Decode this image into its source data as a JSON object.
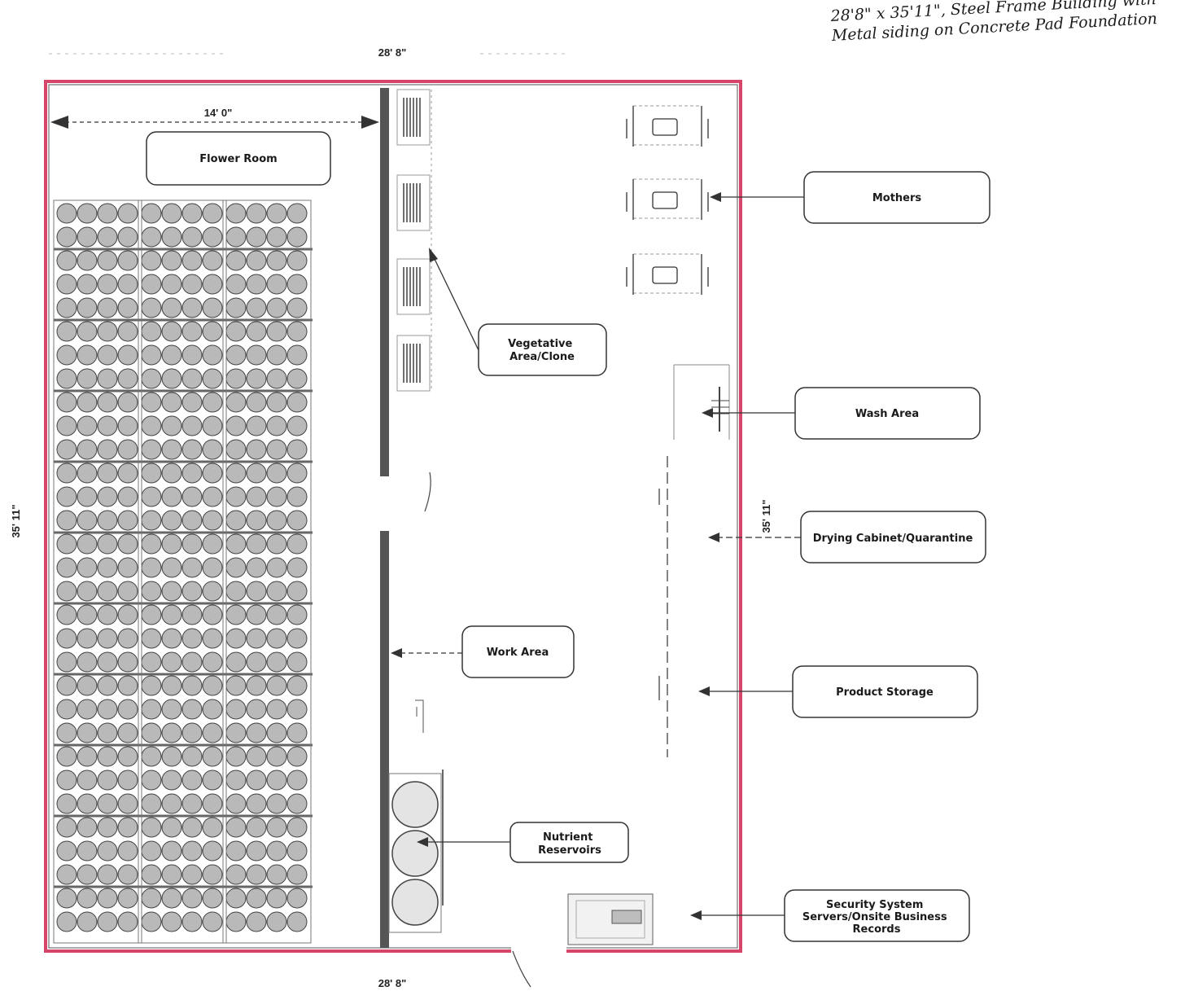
{
  "handwritten_note": "28'8\" x 35'11\", Steel Frame Building with Metal siding on Concrete Pad Foundation",
  "dimensions": {
    "top_width": "28' 8\"",
    "bottom_width": "28' 8\"",
    "left_height": "35' 11\"",
    "interior_height": "35' 11\"",
    "flower_room_width": "14' 0\""
  },
  "labels": {
    "flower_room": "Flower Room",
    "mothers": "Mothers",
    "vegetative": [
      "Vegetative",
      "Area/Clone"
    ],
    "wash_area": "Wash Area",
    "drying": "Drying Cabinet/Quarantine",
    "work_area": "Work Area",
    "product_storage": "Product Storage",
    "nutrient": [
      "Nutrient",
      "Reservoirs"
    ],
    "security": [
      "Security System",
      "Servers/Onsite Business",
      "Records"
    ]
  },
  "colors": {
    "wall": "#d6456a",
    "partition": "#555555",
    "pot": "#b9b9b9"
  }
}
